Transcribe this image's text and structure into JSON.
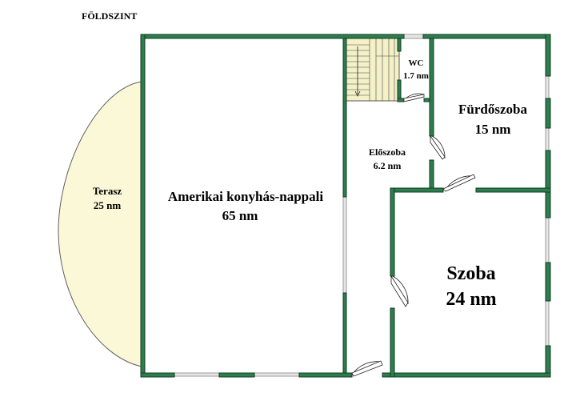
{
  "plan": {
    "title": "FÖLDSZINT",
    "rooms": {
      "terrace": {
        "name": "Terasz",
        "area": "25 nm"
      },
      "living": {
        "name": "Amerikai konyhás-nappali",
        "area": "65 nm"
      },
      "wc": {
        "name": "WC",
        "area": "1.7 nm"
      },
      "bathroom": {
        "name": "Fürdőszoba",
        "area": "15 nm"
      },
      "hall": {
        "name": "Előszoba",
        "area": "6.2 nm"
      },
      "bedroom": {
        "name": "Szoba",
        "area": "24 nm"
      }
    },
    "colors": {
      "wall": "#2e7d4f",
      "terrace_fill": "#fbf8d8",
      "terrace_outline": "#5f5f5f",
      "window": "#e6e6e6",
      "stair_fill": "#f4f1c8"
    }
  }
}
